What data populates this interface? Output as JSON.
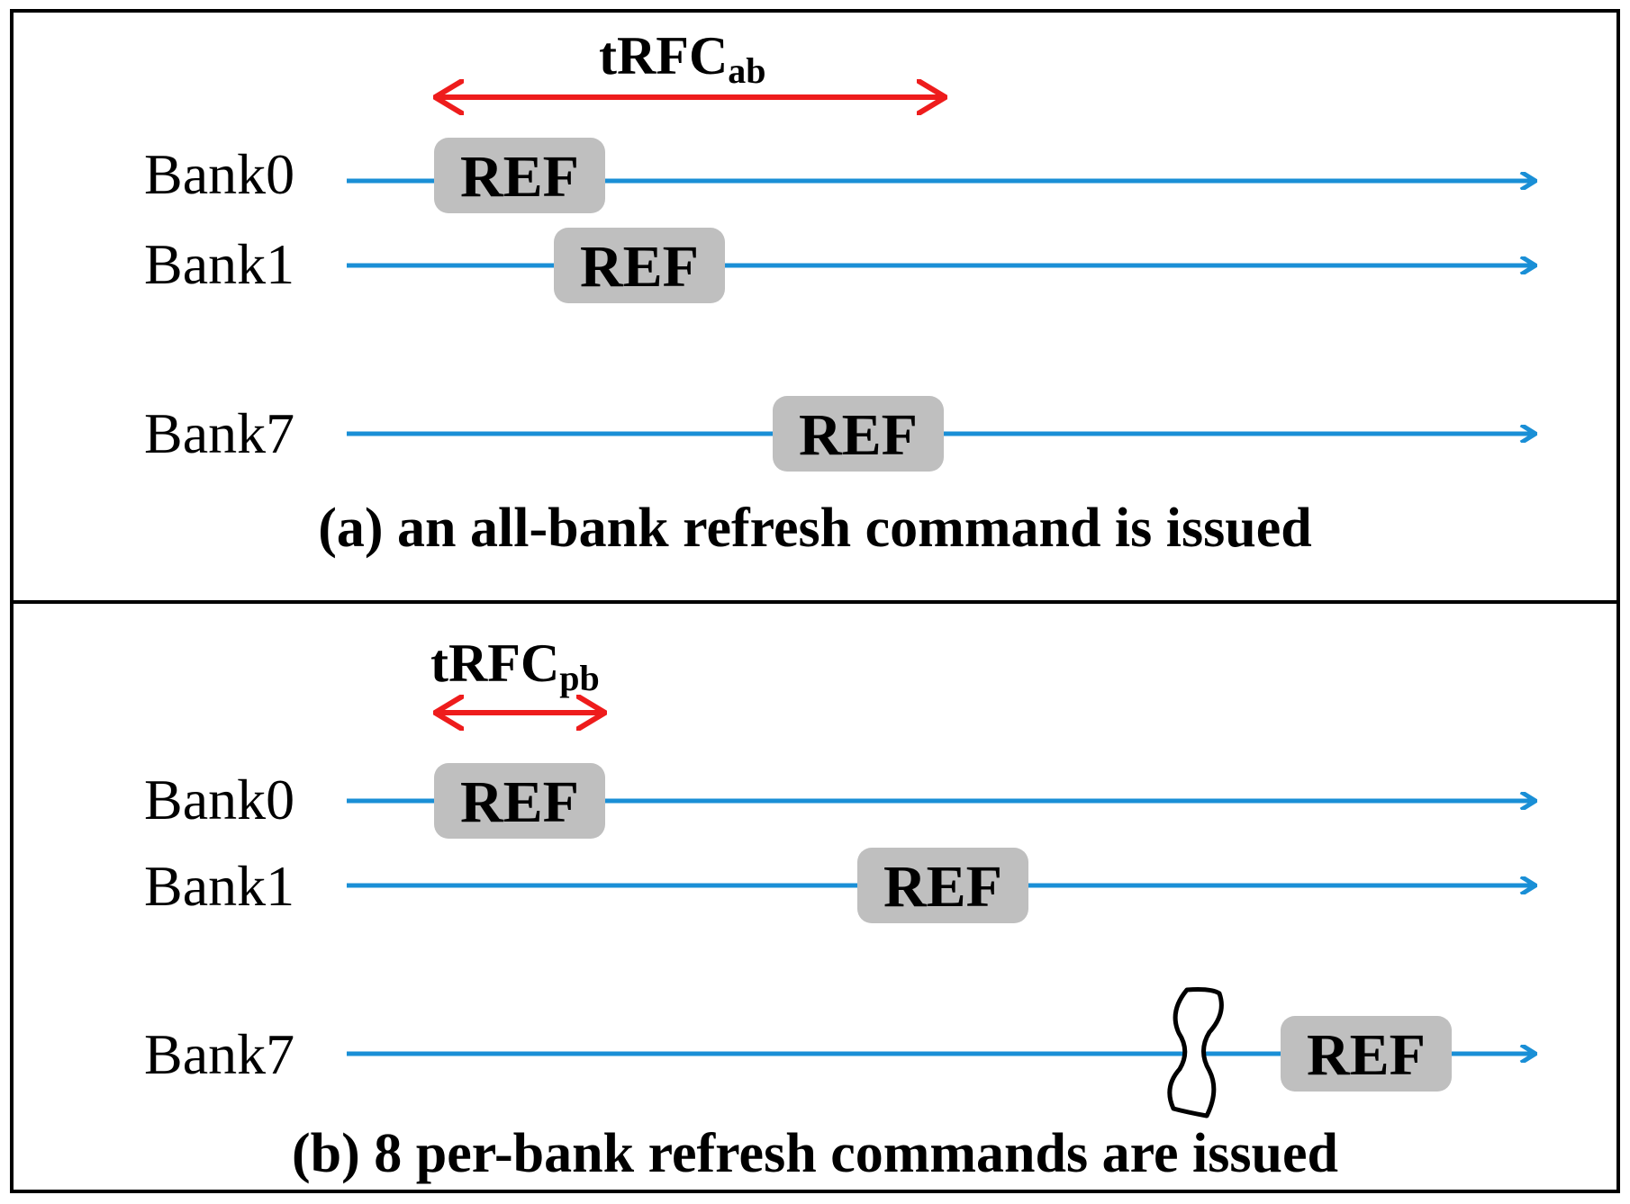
{
  "colors": {
    "timeline": "#1a8fd6",
    "interval_arrow": "#ee1c1c",
    "ref_box": "#bfbfbf",
    "border": "#000000"
  },
  "panel_a": {
    "trfc_main": "tRFC",
    "trfc_sub": "ab",
    "banks": [
      {
        "label": "Bank0",
        "ref": "REF"
      },
      {
        "label": "Bank1",
        "ref": "REF"
      },
      {
        "label": "Bank7",
        "ref": "REF"
      }
    ],
    "caption": "(a) an all-bank refresh command is issued"
  },
  "panel_b": {
    "trfc_main": "tRFC",
    "trfc_sub": "pb",
    "banks": [
      {
        "label": "Bank0",
        "ref": "REF"
      },
      {
        "label": "Bank1",
        "ref": "REF"
      },
      {
        "label": "Bank7",
        "ref": "REF"
      }
    ],
    "caption": "(b) 8 per-bank refresh commands are issued"
  }
}
